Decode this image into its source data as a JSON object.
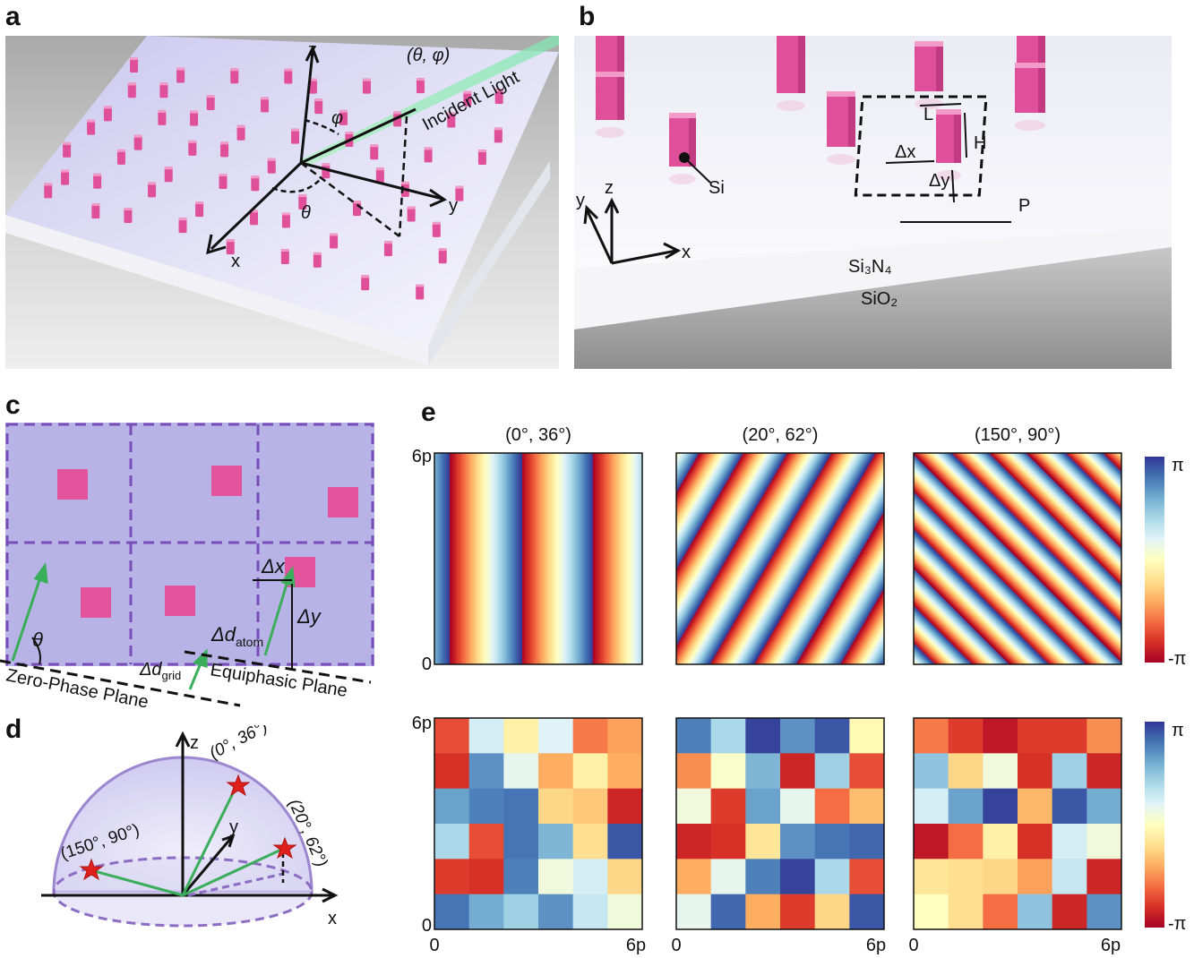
{
  "panel_labels": {
    "a": "a",
    "b": "b",
    "c": "c",
    "d": "d",
    "e": "e"
  },
  "panel_a": {
    "axis_x": "x",
    "axis_y": "y",
    "axis_z": "z",
    "angle_theta": "θ",
    "angle_phi": "φ",
    "incident_angles": "(θ, φ)",
    "incident_light": "Incident Light"
  },
  "panel_b": {
    "si": "Si",
    "L": "L",
    "H": "H",
    "dx": "Δx",
    "dy": "Δy",
    "P": "P",
    "axis_x": "x",
    "axis_y": "y",
    "axis_z": "z",
    "layer_top": "Si₃N₄",
    "layer_bottom": "SiO₂"
  },
  "panel_c": {
    "dx": "Δx",
    "dy": "Δy",
    "theta": "θ",
    "d_atom": "Δd",
    "d_atom_sub": "atom",
    "d_grid": "Δd",
    "d_grid_sub": "grid",
    "equiphasic": "Equiphasic Plane",
    "zero_phase": "Zero-Phase Plane"
  },
  "panel_d": {
    "axis_z": "z",
    "axis_y": "y",
    "axis_x": "x",
    "star1": "(0°, 36°)",
    "star2": "(20°, 62°)",
    "star3": "(150°, 90°)"
  },
  "panel_e": {
    "titles": [
      "(0°, 36°)",
      "(20°, 62°)",
      "(150°, 90°)"
    ],
    "ytick_top": "6p",
    "ytick_bottom": "0",
    "xtick_left": "0",
    "xtick_right": "6p",
    "colorbar_top": "π",
    "colorbar_bottom": "-π"
  },
  "colors": {
    "pillar": "#e0509a",
    "substrate_top": "#d8d6f2",
    "panel_c_bg": "#b7b3e6",
    "dashed_purple": "#7a4eb8",
    "arrow_green": "#3aae5a",
    "star_red": "#e0201a"
  },
  "chart_data": {
    "type": "heatmap",
    "colormap": "RdYlBu (phase, -π to π)",
    "color_range": [
      "-π",
      "π"
    ],
    "continuous_maps": [
      {
        "title": "(0°, 36°)",
        "stripe_periods": 4.5,
        "stripe_direction": "vertical"
      },
      {
        "title": "(20°, 62°)",
        "stripe_periods": 8.5,
        "stripe_direction": "tilted"
      },
      {
        "title": "(150°, 90°)",
        "stripe_periods": 12,
        "stripe_direction": "diagonal"
      }
    ],
    "discrete_maps": [
      {
        "grid": [
          [
            0.15,
            0.62,
            0.45,
            0.6,
            0.22,
            0.28
          ],
          [
            0.1,
            0.85,
            0.58,
            0.3,
            0.45,
            0.3
          ],
          [
            0.82,
            0.88,
            0.9,
            0.38,
            0.35,
            0.08
          ],
          [
            0.7,
            0.15,
            0.9,
            0.78,
            0.4,
            0.95
          ],
          [
            0.12,
            0.1,
            0.88,
            0.55,
            0.62,
            0.38
          ],
          [
            0.9,
            0.8,
            0.72,
            0.85,
            0.65,
            0.55
          ]
        ]
      },
      {
        "grid": [
          [
            0.88,
            0.7,
            0.98,
            0.85,
            0.95,
            0.48
          ],
          [
            0.25,
            0.52,
            0.78,
            0.08,
            0.72,
            0.15
          ],
          [
            0.55,
            0.12,
            0.82,
            0.58,
            0.2,
            0.33
          ],
          [
            0.08,
            0.1,
            0.42,
            0.85,
            0.9,
            0.92
          ],
          [
            0.3,
            0.58,
            0.88,
            0.98,
            0.7,
            0.15
          ],
          [
            0.58,
            0.92,
            0.3,
            0.12,
            0.38,
            0.95
          ]
        ]
      },
      {
        "grid": [
          [
            0.22,
            0.12,
            0.05,
            0.12,
            0.12,
            0.25
          ],
          [
            0.75,
            0.38,
            0.55,
            0.1,
            0.72,
            0.08
          ],
          [
            0.62,
            0.82,
            0.98,
            0.32,
            0.95,
            0.8
          ],
          [
            0.05,
            0.2,
            0.45,
            0.1,
            0.62,
            0.55
          ],
          [
            0.42,
            0.4,
            0.38,
            0.28,
            0.65,
            0.08
          ],
          [
            0.5,
            0.4,
            0.2,
            0.75,
            0.08,
            0.85
          ]
        ]
      }
    ]
  }
}
